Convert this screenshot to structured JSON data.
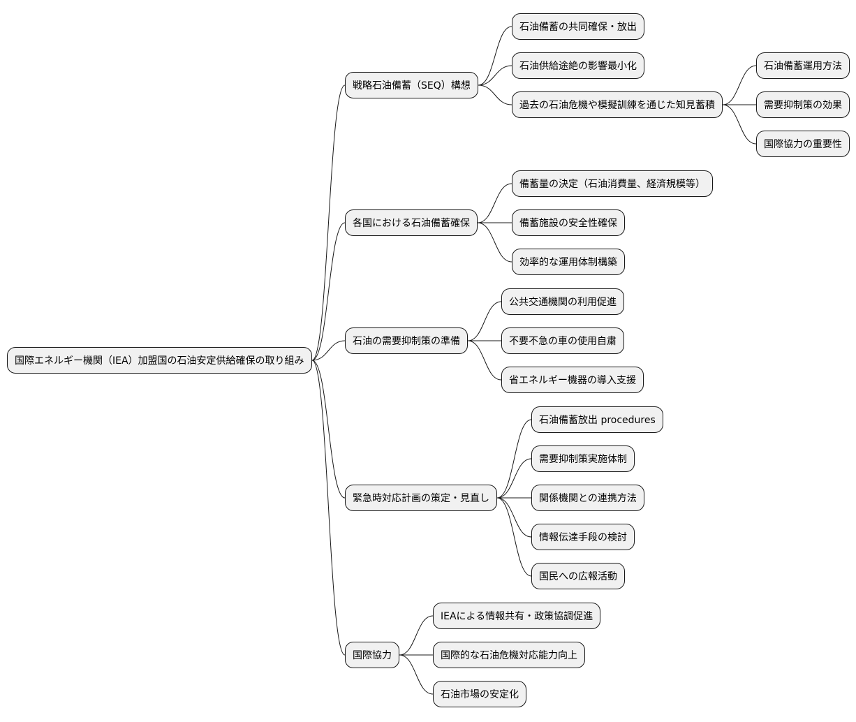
{
  "diagram": {
    "root": {
      "label": "国際エネルギー機関（IEA）加盟国の石油安定供給確保の取り組み",
      "children": [
        {
          "label": "戦略石油備蓄（SEQ）構想",
          "children": [
            {
              "label": "石油備蓄の共同確保・放出"
            },
            {
              "label": "石油供給途絶の影響最小化"
            },
            {
              "label": "過去の石油危機や模擬訓練を通じた知見蓄積",
              "children": [
                {
                  "label": "石油備蓄運用方法"
                },
                {
                  "label": "需要抑制策の効果"
                },
                {
                  "label": "国際協力の重要性"
                }
              ]
            }
          ]
        },
        {
          "label": "各国における石油備蓄確保",
          "children": [
            {
              "label": "備蓄量の決定（石油消費量、経済規模等）"
            },
            {
              "label": "備蓄施設の安全性確保"
            },
            {
              "label": "効率的な運用体制構築"
            }
          ]
        },
        {
          "label": "石油の需要抑制策の準備",
          "children": [
            {
              "label": "公共交通機関の利用促進"
            },
            {
              "label": "不要不急の車の使用自粛"
            },
            {
              "label": "省エネルギー機器の導入支援"
            }
          ]
        },
        {
          "label": "緊急時対応計画の策定・見直し",
          "children": [
            {
              "label": "石油備蓄放出 procedures"
            },
            {
              "label": "需要抑制策実施体制"
            },
            {
              "label": "関係機関との連携方法"
            },
            {
              "label": "情報伝達手段の検討"
            },
            {
              "label": "国民への広報活動"
            }
          ]
        },
        {
          "label": "国際協力",
          "children": [
            {
              "label": "IEAによる情報共有・政策協調促進"
            },
            {
              "label": "国際的な石油危機対応能力向上"
            },
            {
              "label": "石油市場の安定化"
            }
          ]
        }
      ]
    }
  }
}
